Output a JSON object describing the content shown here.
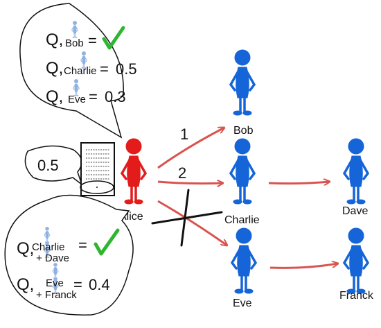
{
  "people": {
    "alice": "Alice",
    "bob": "Bob",
    "charlie": "Charlie",
    "dave": "Dave",
    "eve": "Eve",
    "franck": "Franck"
  },
  "edges": {
    "bob_label": "1",
    "charlie_label": "2"
  },
  "alice_value": "0.5",
  "top_bubble": {
    "rows": [
      {
        "q": "Q,",
        "name": "Bob",
        "eq": "=",
        "value": "",
        "status": "check"
      },
      {
        "q": "Q,",
        "name": "Charlie",
        "eq": "=",
        "value": "0.5",
        "status": ""
      },
      {
        "q": "Q,",
        "name": "Eve",
        "eq": "=",
        "value": "0.3",
        "status": ""
      }
    ]
  },
  "bottom_bubble": {
    "rows": [
      {
        "q": "Q,",
        "name": "Charlie",
        "sub": "+ Dave",
        "eq": "=",
        "value": "",
        "status": "check"
      },
      {
        "q": "Q,",
        "name": "Eve",
        "sub": "+ Franck",
        "eq": "=",
        "value": "0.4",
        "status": ""
      }
    ]
  },
  "colors": {
    "alice": "#e41b1b",
    "person": "#1565d8",
    "arrow": "#d9534f",
    "check": "#2fb52f"
  },
  "icons": [
    "person-icon",
    "document-icon",
    "check-icon",
    "cross-icon"
  ]
}
